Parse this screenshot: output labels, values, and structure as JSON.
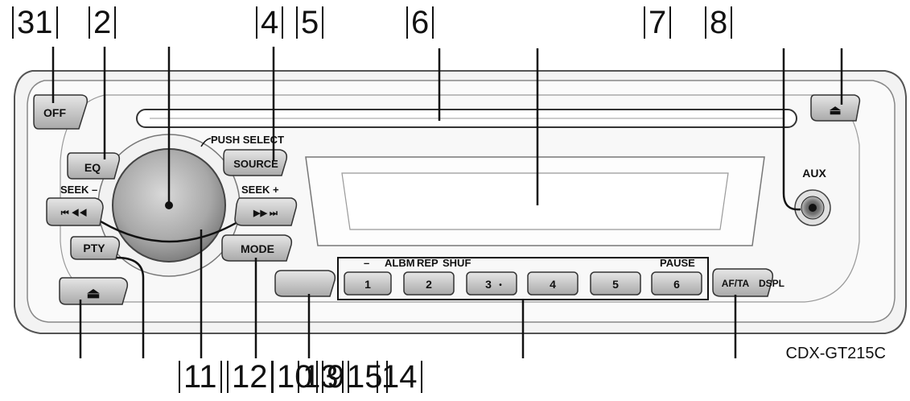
{
  "callouts": {
    "top": [
      "31",
      "2",
      "4",
      "5",
      "6",
      "7",
      "8"
    ],
    "bottom": [
      "11",
      "12",
      "10",
      "13",
      "9",
      "15",
      "14"
    ]
  },
  "buttons": {
    "off": "OFF",
    "eq": "EQ",
    "source": "SOURCE",
    "push_select": "PUSH SELECT",
    "seek_minus": "SEEK –",
    "seek_plus": "SEEK +",
    "prev_glyph": "⏮ ◀◀",
    "next_glyph": "▶▶ ⏭",
    "pty": "PTY",
    "mode": "MODE",
    "aux": "AUX",
    "af_ta": "AF/TA",
    "dspl": "DSPL",
    "eject_glyph": "⏏",
    "presets": [
      "1",
      "2",
      "3",
      "4",
      "5",
      "6"
    ],
    "preset_dot": "•",
    "preset_labels": {
      "minus": "–",
      "albm": "ALBM",
      "rep": "REP",
      "shuf": "SHUF",
      "pause": "PAUSE"
    }
  },
  "model": "CDX-GT215C"
}
